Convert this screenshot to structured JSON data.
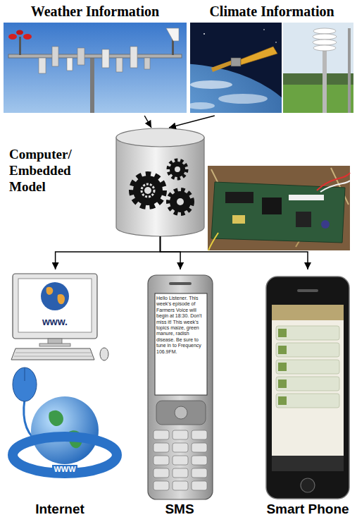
{
  "diagram": {
    "nodes": [
      {
        "text": [
          "Weather Information"
        ]
      },
      {
        "text": [
          "Climate Information"
        ]
      },
      {
        "text": [
          "Computer/ Embedded Model"
        ]
      },
      {
        "text": [
          "Internet"
        ]
      },
      {
        "text": [
          "SMS"
        ]
      },
      {
        "text": [
          "Smart Phone"
        ]
      }
    ],
    "edges": [
      {
        "from": 0,
        "to": 2,
        "arrow": "to"
      },
      {
        "from": 1,
        "to": 2,
        "arrow": "to"
      },
      {
        "from": 2,
        "to": 3,
        "arrow": "to"
      },
      {
        "from": 2,
        "to": 4,
        "arrow": "to"
      },
      {
        "from": 2,
        "to": 5,
        "arrow": "to"
      }
    ],
    "labels": [
      "www.",
      "WWW",
      "Hello Listener. This week's episode of Farmers Voice will begin at 18:30. Don't miss it! This week's topics maize, green manure, radish disease. Be sure to tune in to Frequency 106.9FM."
    ]
  }
}
